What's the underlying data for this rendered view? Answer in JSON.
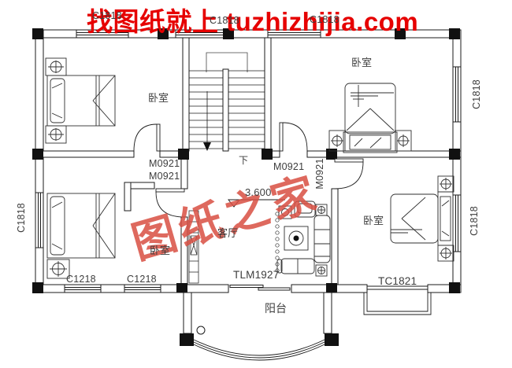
{
  "watermarks": {
    "top_text": "找图纸就上 tuzhizhijia.com",
    "center_text": "图纸之家",
    "top_color": "#e60000",
    "center_color": "#d94f43"
  },
  "plan": {
    "windows": {
      "top_left": "C1818",
      "top_middle": "C1818",
      "top_right": "C1818",
      "left": "C1818",
      "right_top": "C1818",
      "right_bottom": "C1818",
      "bottom_1": "C1218",
      "bottom_2": "C1218",
      "bay_window": "TC1821",
      "balcony_door": "TLM1927"
    },
    "doors": {
      "hall_stack_1": "M0921",
      "hall_stack_2": "M0921",
      "bedroom_top_right": "M0921",
      "bedroom_bottom_right": "M0921"
    },
    "rooms": {
      "bedroom_top_left": "卧室",
      "bedroom_top_right": "卧室",
      "bedroom_bottom_left": "卧室",
      "bedroom_bottom_right": "卧室",
      "living_room": "客厅",
      "balcony": "阳台"
    },
    "annotations": {
      "stair_direction": "下",
      "floor_level": "3.600"
    },
    "line_color": "#1b1b1b",
    "label_color": "#3d3d3d"
  }
}
